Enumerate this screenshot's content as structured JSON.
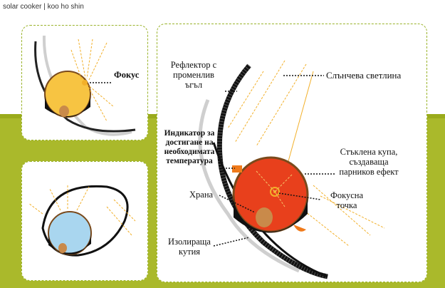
{
  "header": {
    "title": "solar cooker | koo ho shin"
  },
  "labels": {
    "focus_small": "Фокус",
    "reflector": [
      "Рефлектор с",
      "променлив",
      "ъгъл"
    ],
    "sunlight": "Слънчева светлина",
    "indicator": [
      "Индикатор за",
      "достигане на",
      "необходимата",
      "температура"
    ],
    "glass_dome": [
      "Стъклена купа,",
      "създаваща",
      "парников ефект"
    ],
    "food": "Храна",
    "focal_point": [
      "Фокусна",
      "точка"
    ],
    "insulated_box": [
      "Изолираща",
      "кутия"
    ]
  },
  "colors": {
    "accent_green": "#aab92b",
    "dashed_border": "#9ab32a",
    "sun_ray": "#f2b02a",
    "dome_yellow": "#f7c442",
    "dome_red": "#e8401c",
    "dome_blue": "#a9d6ef",
    "insulation": "#111111",
    "food_egg": "#c98a4a",
    "indicator_orange": "#f07a1a"
  },
  "icons": [
    "sun-ray-icon",
    "focus-point-icon",
    "egg-icon"
  ]
}
